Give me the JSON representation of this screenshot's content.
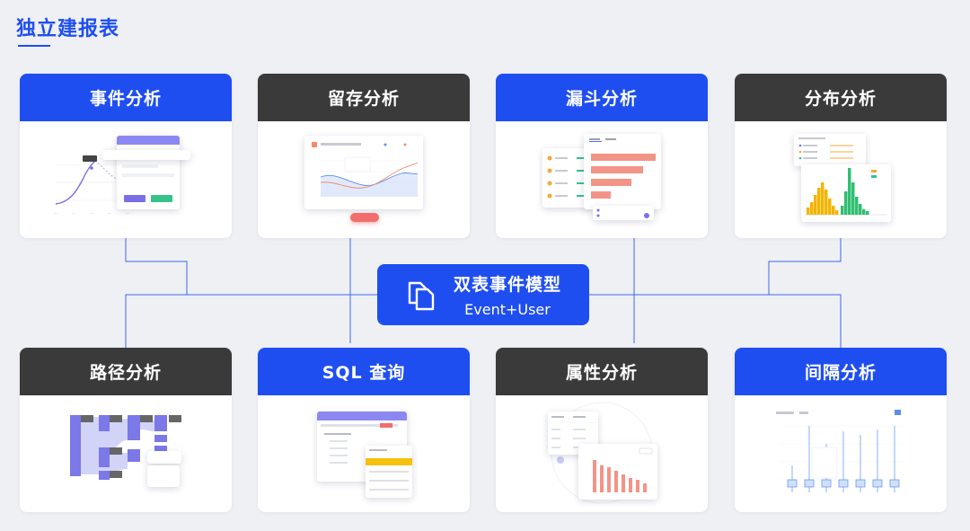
{
  "page": {
    "title": "独立建报表"
  },
  "hub": {
    "title": "双表事件模型",
    "subtitle": "Event+User"
  },
  "cards": [
    {
      "title": "事件分析",
      "theme": "blue"
    },
    {
      "title": "留存分析",
      "theme": "dark"
    },
    {
      "title": "漏斗分析",
      "theme": "blue"
    },
    {
      "title": "分布分析",
      "theme": "dark"
    },
    {
      "title": "路径分析",
      "theme": "dark"
    },
    {
      "title": "SQL 查询",
      "theme": "blue"
    },
    {
      "title": "属性分析",
      "theme": "dark"
    },
    {
      "title": "间隔分析",
      "theme": "blue"
    }
  ],
  "colors": {
    "accent": "#1f4ef0",
    "dark": "#3a3a3a",
    "background": "#eef0f4",
    "connector": "#1f4ef0"
  },
  "icons": {
    "hub": "copy-pages-icon"
  }
}
